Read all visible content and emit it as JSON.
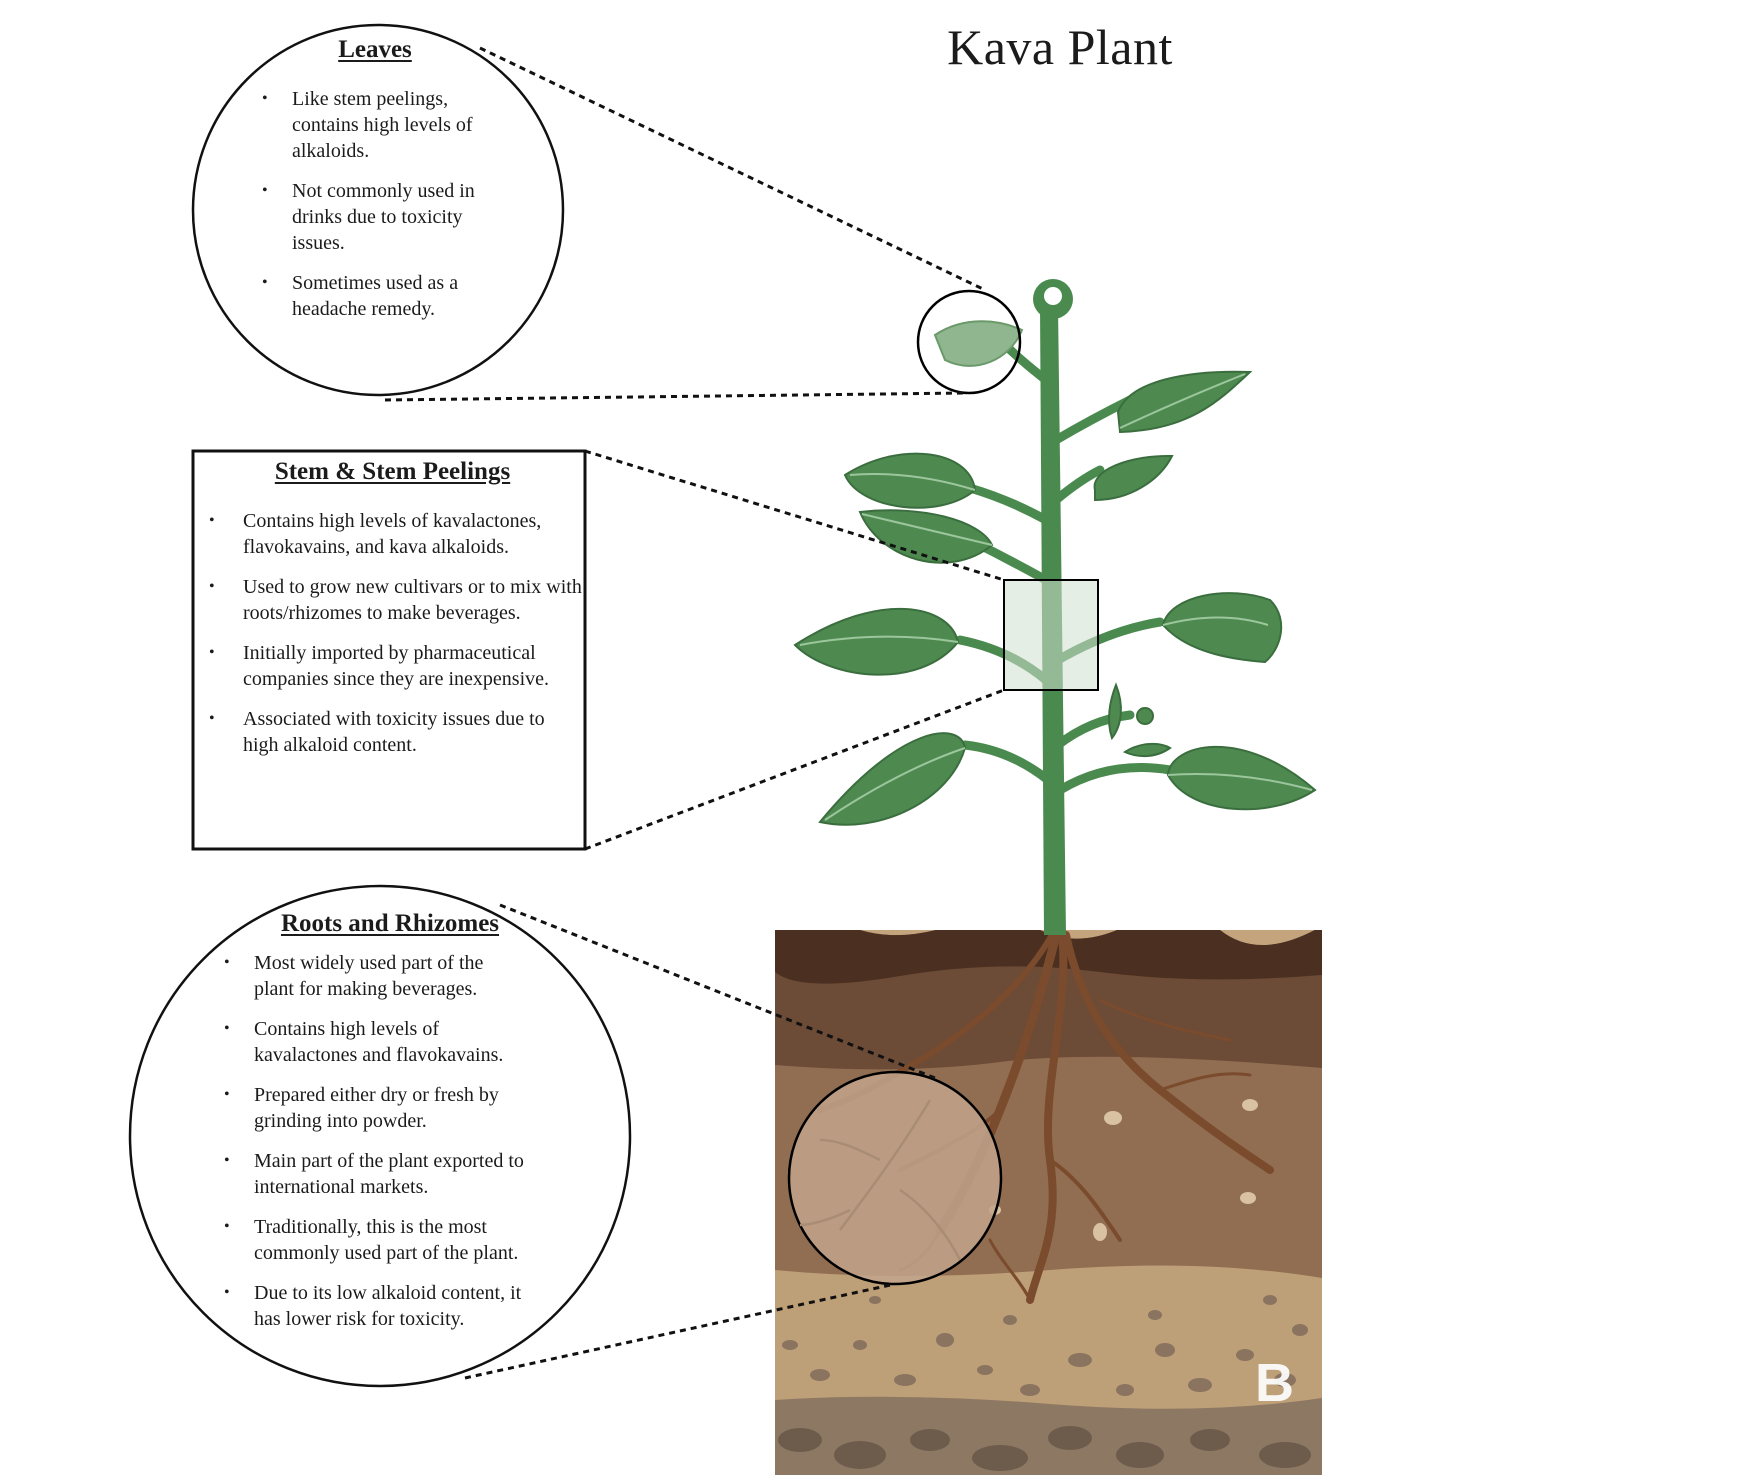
{
  "title": "Kava Plant",
  "leaves": {
    "heading": "Leaves",
    "bullets": [
      "Like stem peelings, contains high levels of alkaloids.",
      "Not commonly used in drinks due to toxicity issues.",
      "Sometimes used as a headache remedy."
    ]
  },
  "stem": {
    "heading": "Stem & Stem Peelings",
    "bullets": [
      "Contains high levels of kavalactones, flavokavains, and kava alkaloids.",
      "Used to grow new cultivars or to mix with roots/rhizomes to make beverages.",
      "Initially imported by pharmaceutical companies since they are inexpensive.",
      "Associated with toxicity issues due to high alkaloid content."
    ]
  },
  "roots": {
    "heading": "Roots and Rhizomes",
    "bullets": [
      "Most widely used part of the plant for making beverages.",
      "Contains high levels of kavalactones and flavokavains.",
      "Prepared either dry or fresh by grinding into powder.",
      "Main part of the plant exported to international markets.",
      "Traditionally, this is the most commonly used part of the plant.",
      "Due to its low alkaloid content, it has lower risk for toxicity."
    ]
  },
  "watermark": "B",
  "colors": {
    "leaf": "#4e8a50",
    "leaf_dark": "#3f7443",
    "stem": "#4a8a4e",
    "soil_top": "#4e3223",
    "soil_mid": "#6a4a36",
    "soil_low": "#8f6c50",
    "soil_sand": "#b99a74",
    "root": "#7a4d2e"
  }
}
